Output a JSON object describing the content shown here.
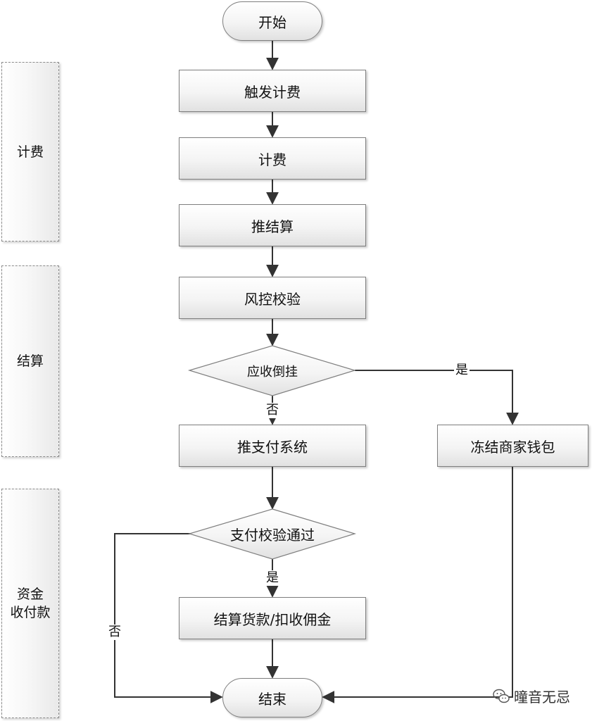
{
  "lanes": {
    "billing": [
      "计费"
    ],
    "settlement": [
      "结算"
    ],
    "payment": [
      "资金",
      "收付款"
    ]
  },
  "nodes": {
    "start": "开始",
    "trigger_billing": "触发计费",
    "billing": "计费",
    "push_settlement": "推结算",
    "risk_check": "风控校验",
    "should_hold": "应收倒挂",
    "push_payment": "推支付系统",
    "freeze_wallet": "冻结商家钱包",
    "payment_check": "支付校验通过",
    "settle_goods": "结算货款/扣收佣金",
    "end": "结束"
  },
  "edge_labels": {
    "hold_yes": "是",
    "hold_no": "否",
    "pay_yes": "是",
    "pay_no": "否"
  },
  "watermark": {
    "text": "曈音无忌",
    "icon": "wechat-icon"
  }
}
